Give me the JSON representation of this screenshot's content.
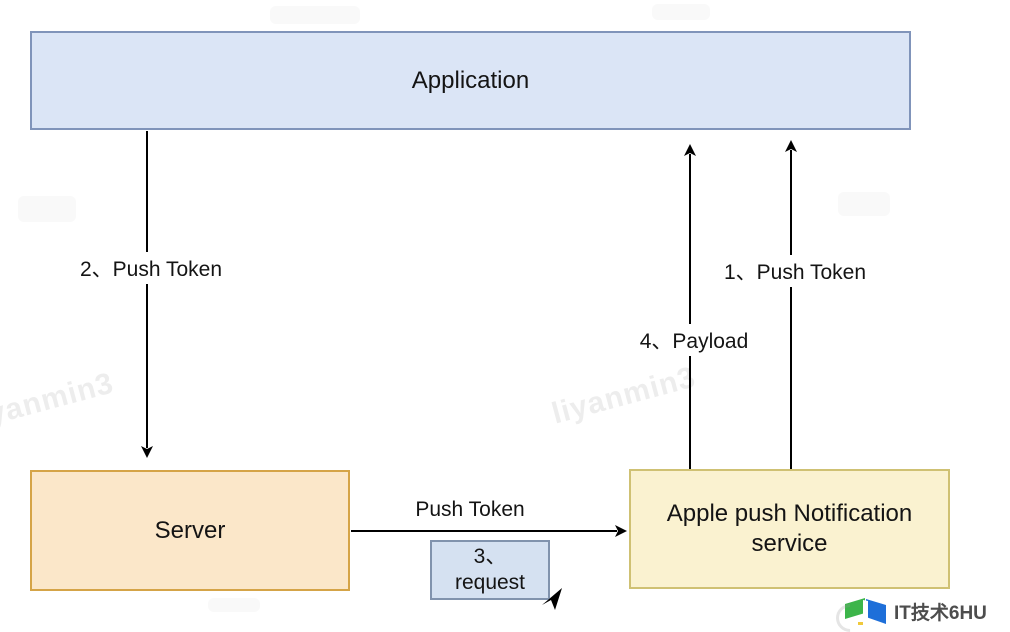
{
  "diagram": {
    "nodes": {
      "application": {
        "label": "Application",
        "fill": "#dbe5f6",
        "border": "#8094ba"
      },
      "server": {
        "label": "Server",
        "fill": "#fbe7c9",
        "border": "#d5a447"
      },
      "apns": {
        "label": "Apple push Notification service",
        "fill": "#faf2d0",
        "border": "#cfc173"
      },
      "request_note": {
        "line1": "3、",
        "line2": "request",
        "fill": "#d5e1f1",
        "border": "#8193ad"
      }
    },
    "edges": {
      "app_to_server": {
        "label": "2、Push Token",
        "direction": "down"
      },
      "server_to_apns": {
        "label": "Push Token",
        "direction": "right"
      },
      "apns_payload": {
        "label": "4、Payload",
        "direction": "up"
      },
      "apns_push_token": {
        "label": "1、Push Token",
        "direction": "up"
      }
    },
    "watermark_text": "liyanmin3"
  },
  "footer": {
    "brand_text": "IT技术6HU",
    "brand_green": "#3cb54a",
    "brand_blue": "#1e6fd9"
  }
}
